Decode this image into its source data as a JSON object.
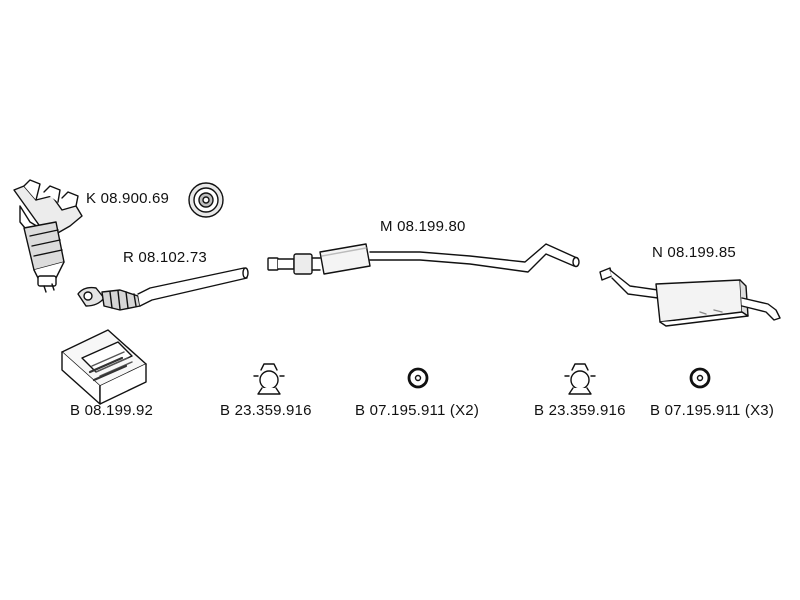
{
  "labels": {
    "manifold": "K 08.900.69",
    "front_pipe": "R 08.102.73",
    "middle_silencer": "M 08.199.80",
    "rear_silencer": "N 08.199.85",
    "mounting_kit": "B 08.199.92",
    "clamp_1": "B 23.359.916",
    "ring_1": "B 07.195.911 (X2)",
    "clamp_2": "B 23.359.916",
    "ring_2": "B 07.195.911 (X3)"
  },
  "icons": {
    "certification_seal": "seal-icon",
    "clamp": "pipe-clamp-icon",
    "ring": "rubber-ring-icon",
    "kit_box": "parts-box-icon"
  },
  "colors": {
    "line": "#111111",
    "fill": "#ffffff",
    "shade": "#cccccc"
  }
}
